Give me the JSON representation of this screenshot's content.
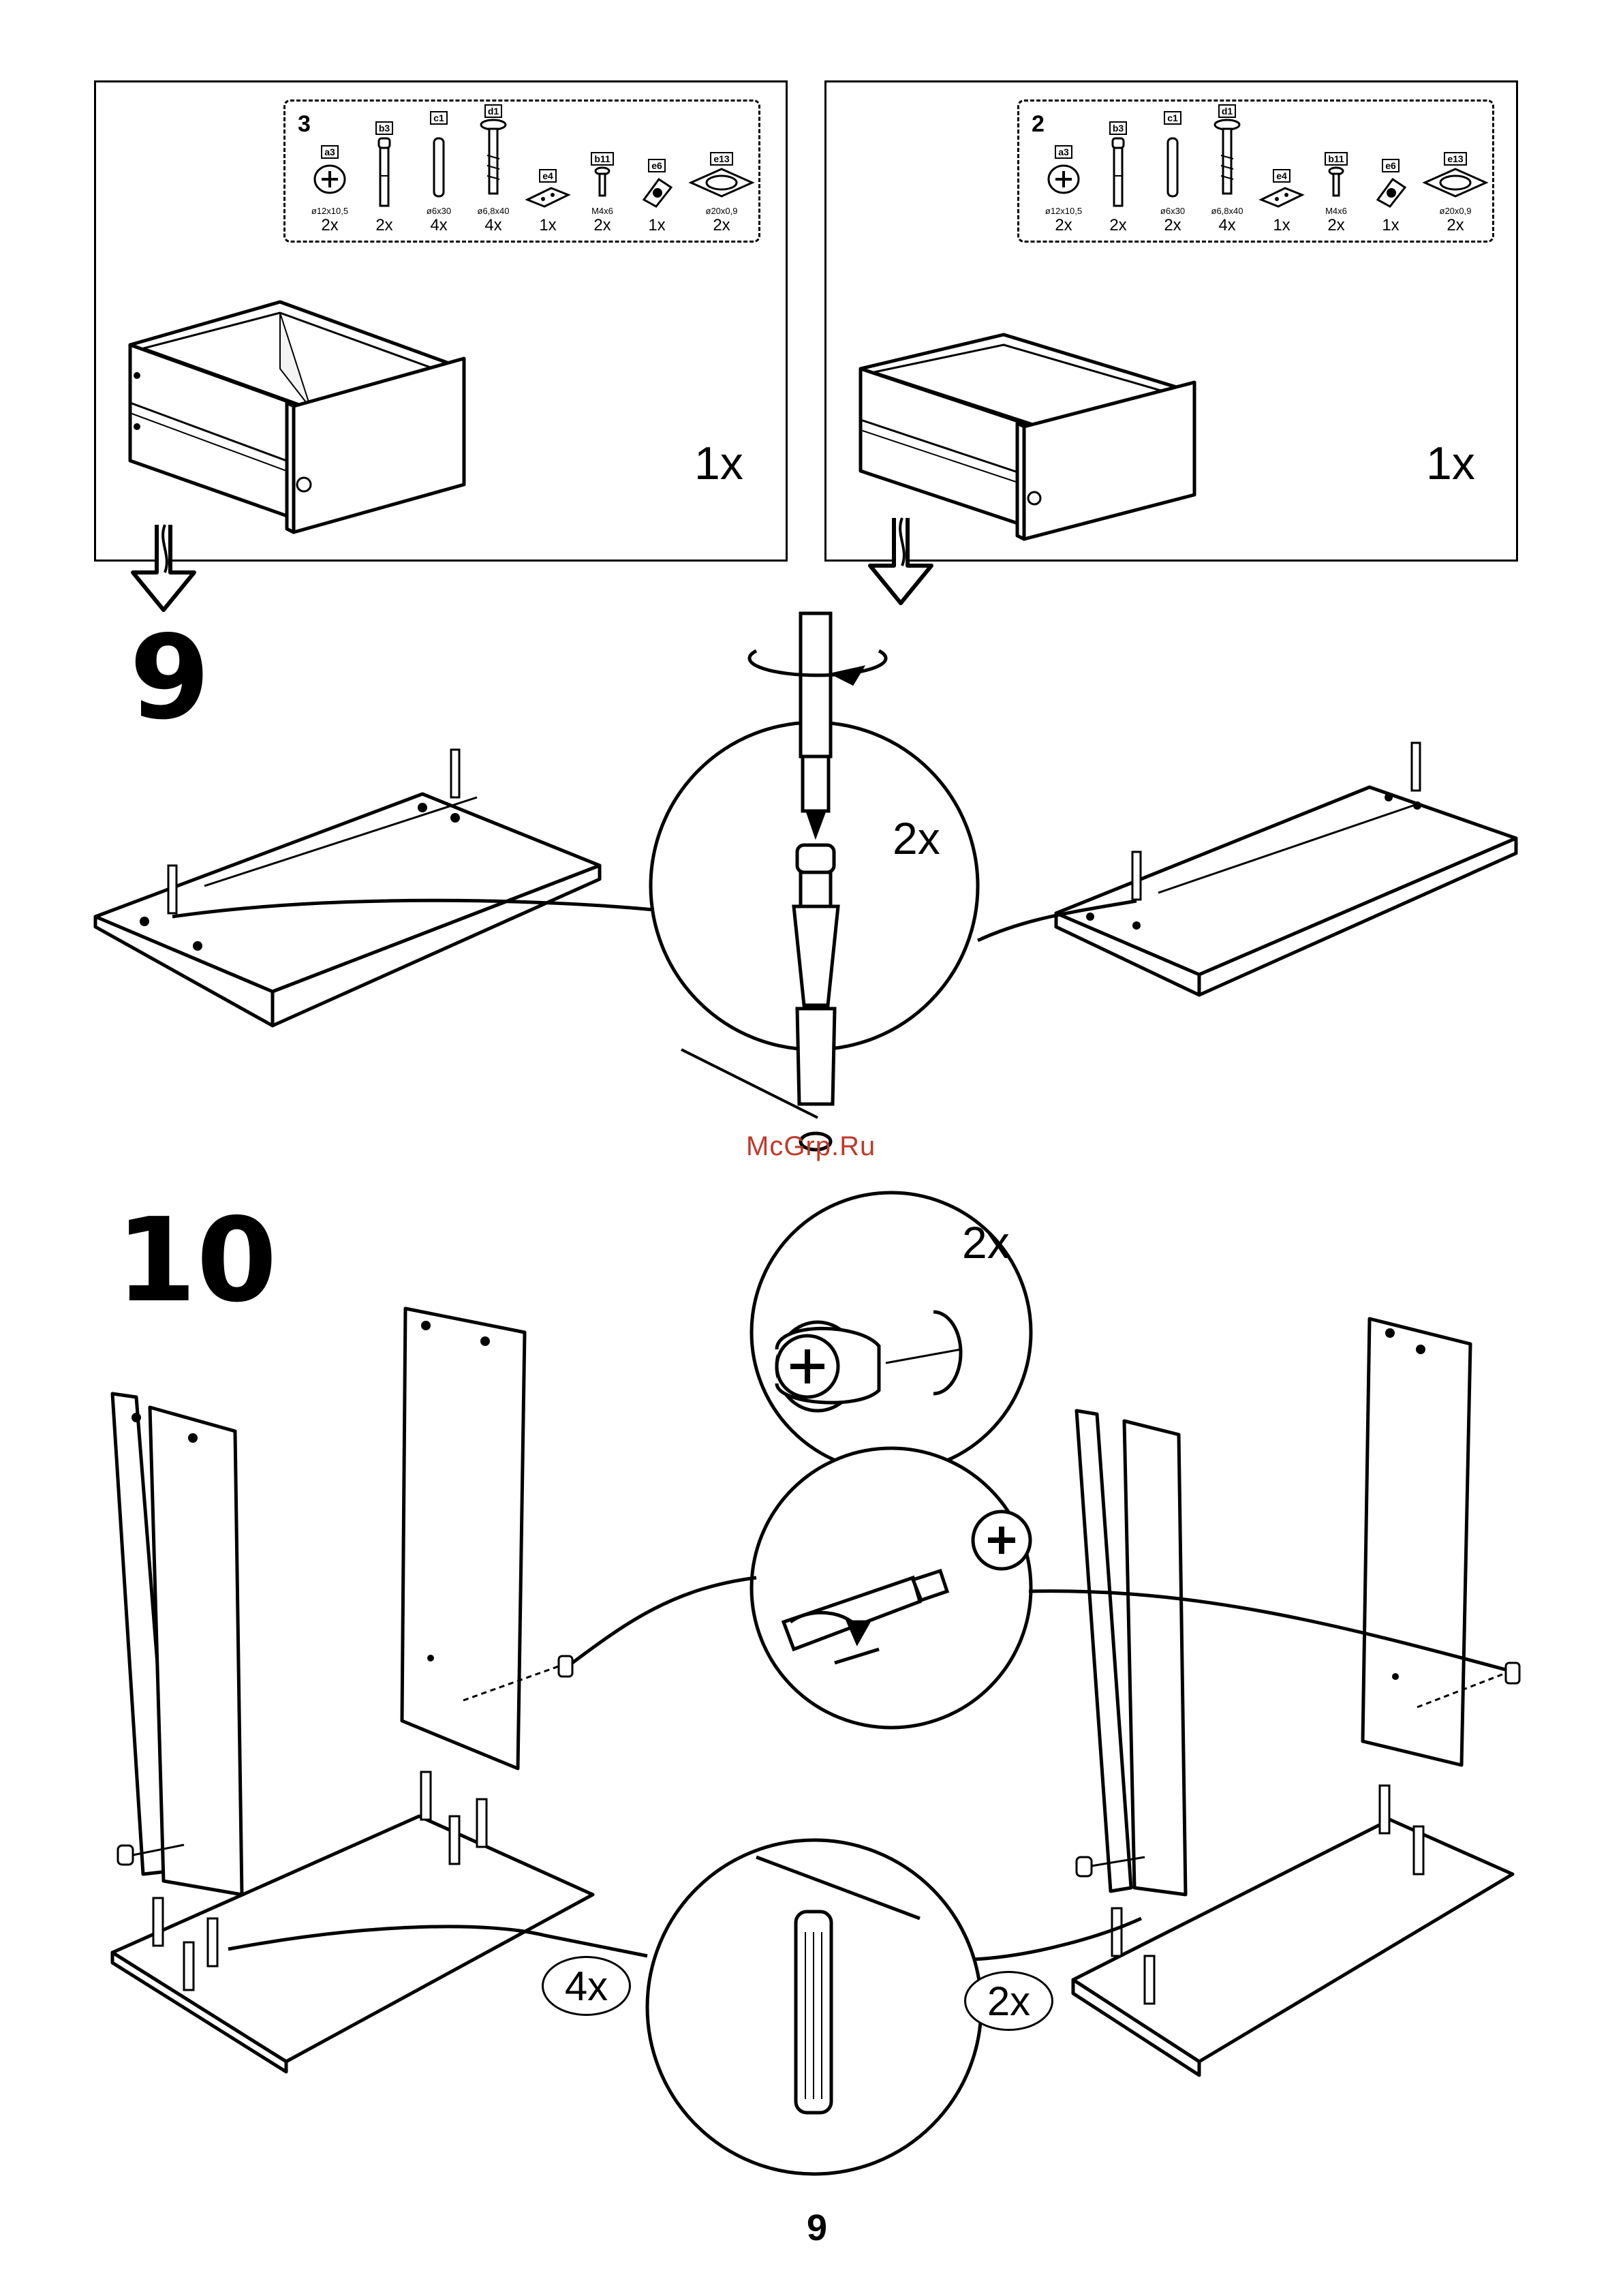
{
  "kit_left": {
    "card_number": "3",
    "drawer_quantity": "1x",
    "parts": [
      {
        "tag": "a3",
        "spec": "ø12x10,5",
        "qty": "2x",
        "icon": "cam-lock-icon"
      },
      {
        "tag": "b3",
        "spec": "",
        "qty": "2x",
        "icon": "cam-bolt-icon"
      },
      {
        "tag": "c1",
        "spec": "ø6x30",
        "qty": "4x",
        "icon": "dowel-icon"
      },
      {
        "tag": "d1",
        "spec": "ø6,8x40",
        "qty": "4x",
        "icon": "screw-icon"
      },
      {
        "tag": "e4",
        "spec": "",
        "qty": "1x",
        "icon": "connector-plate-icon"
      },
      {
        "tag": "b11",
        "spec": "M4x6",
        "qty": "2x",
        "icon": "small-screw-icon"
      },
      {
        "tag": "e6",
        "spec": "",
        "qty": "1x",
        "icon": "bracket-icon"
      },
      {
        "tag": "e13",
        "spec": "ø20x0,9",
        "qty": "2x",
        "icon": "washer-pad-icon"
      }
    ]
  },
  "kit_right": {
    "card_number": "2",
    "drawer_quantity": "1x",
    "parts": [
      {
        "tag": "a3",
        "spec": "ø12x10,5",
        "qty": "2x",
        "icon": "cam-lock-icon"
      },
      {
        "tag": "b3",
        "spec": "",
        "qty": "2x",
        "icon": "cam-bolt-icon"
      },
      {
        "tag": "c1",
        "spec": "ø6x30",
        "qty": "2x",
        "icon": "dowel-icon"
      },
      {
        "tag": "d1",
        "spec": "ø6,8x40",
        "qty": "4x",
        "icon": "screw-icon"
      },
      {
        "tag": "e4",
        "spec": "",
        "qty": "1x",
        "icon": "connector-plate-icon"
      },
      {
        "tag": "b11",
        "spec": "M4x6",
        "qty": "2x",
        "icon": "small-screw-icon"
      },
      {
        "tag": "e6",
        "spec": "",
        "qty": "1x",
        "icon": "bracket-icon"
      },
      {
        "tag": "e13",
        "spec": "ø20x0,9",
        "qty": "2x",
        "icon": "washer-pad-icon"
      }
    ]
  },
  "step9": {
    "number": "9",
    "callout_quantity": "2x"
  },
  "watermark": "McGrp.Ru",
  "step10": {
    "number": "10",
    "cam_callout_quantity": "2x",
    "dowel_left_quantity": "4x",
    "dowel_right_quantity": "2x"
  },
  "page_number": "9"
}
